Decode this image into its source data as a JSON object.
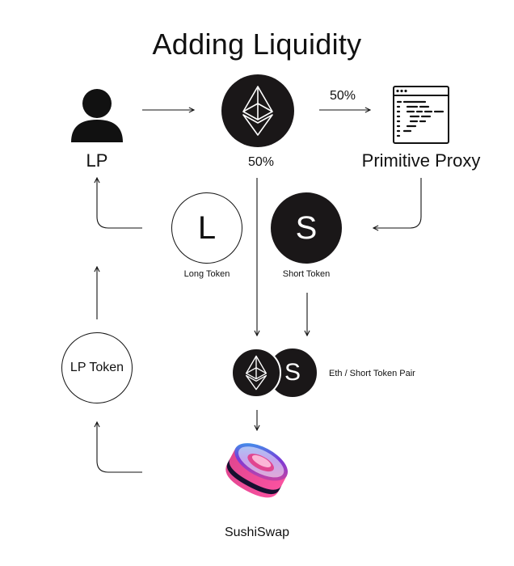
{
  "title": "Adding Liquidity",
  "nodes": {
    "lp": {
      "label": "LP",
      "icon": "user-icon"
    },
    "eth": {
      "label": "50%",
      "icon": "ethereum-icon"
    },
    "proxy": {
      "label": "Primitive Proxy",
      "icon": "code-window-icon"
    },
    "long_token": {
      "letter": "L",
      "label": "Long Token"
    },
    "short_token": {
      "letter": "S",
      "label": "Short Token"
    },
    "pair": {
      "letter": "S",
      "label": "Eth / Short Token Pair",
      "icon": "ethereum-icon"
    },
    "lp_token": {
      "label": "LP Token"
    },
    "sushiswap": {
      "label": "SushiSwap",
      "icon": "sushiswap-logo-icon"
    }
  },
  "edges": {
    "eth_to_proxy_label": "50%"
  },
  "colors": {
    "dark": "#1a1718",
    "line": "#111111",
    "sushi_blue": "#27b7f2",
    "sushi_pink": "#e14690",
    "sushi_purple": "#7a3ad8"
  }
}
